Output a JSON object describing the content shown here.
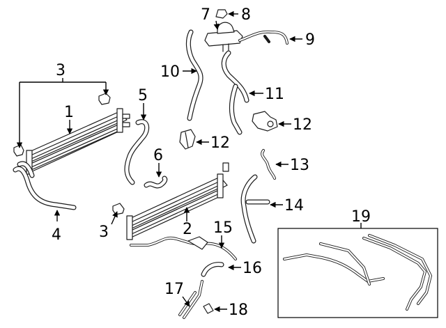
{
  "callouts": [
    {
      "id": "c1",
      "text": "1"
    },
    {
      "id": "c2",
      "text": "2"
    },
    {
      "id": "c3a",
      "text": "3"
    },
    {
      "id": "c3b",
      "text": "3"
    },
    {
      "id": "c4",
      "text": "4"
    },
    {
      "id": "c5",
      "text": "5"
    },
    {
      "id": "c6",
      "text": "6"
    },
    {
      "id": "c7",
      "text": "7"
    },
    {
      "id": "c8",
      "text": "8"
    },
    {
      "id": "c9",
      "text": "9"
    },
    {
      "id": "c10",
      "text": "10"
    },
    {
      "id": "c11",
      "text": "11"
    },
    {
      "id": "c12a",
      "text": "12"
    },
    {
      "id": "c12b",
      "text": "12"
    },
    {
      "id": "c13",
      "text": "13"
    },
    {
      "id": "c14",
      "text": "14"
    },
    {
      "id": "c15",
      "text": "15"
    },
    {
      "id": "c16",
      "text": "16"
    },
    {
      "id": "c17",
      "text": "17"
    },
    {
      "id": "c18",
      "text": "18"
    },
    {
      "id": "c19",
      "text": "19"
    }
  ]
}
